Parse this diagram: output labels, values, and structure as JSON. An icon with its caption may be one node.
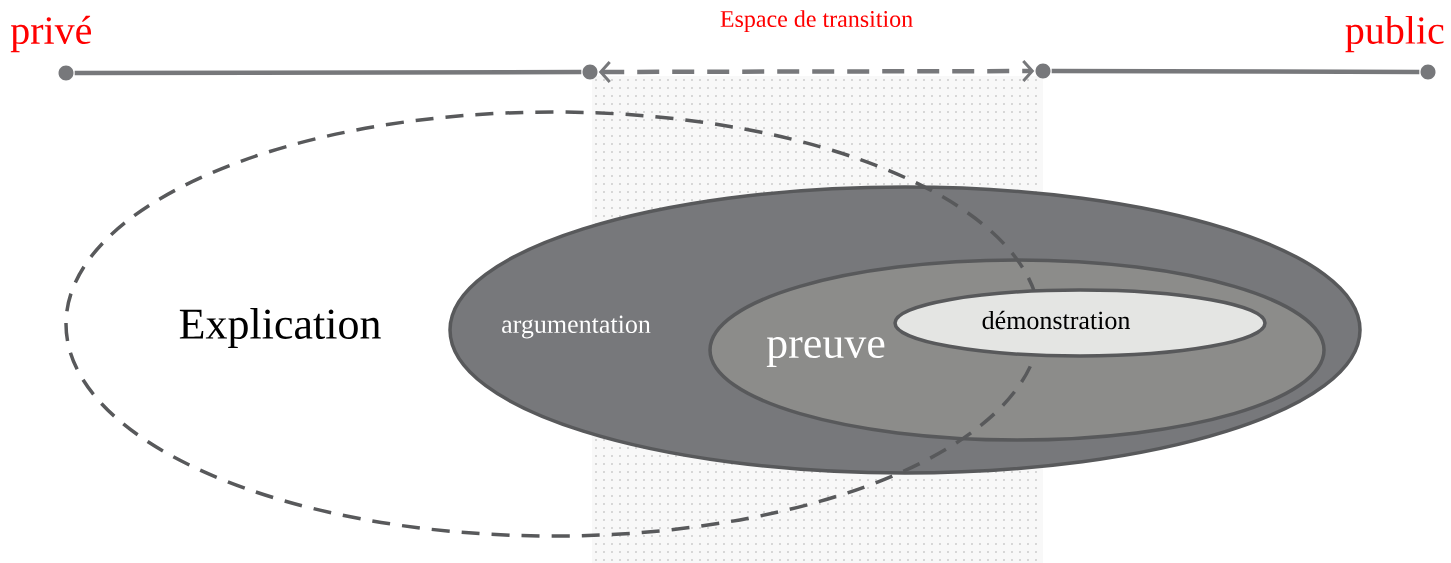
{
  "diagram": {
    "nodes": [
      {
        "text": [
          "Explication"
        ]
      },
      {
        "text": [
          "argumentation"
        ]
      },
      {
        "text": [
          "preuve"
        ],
        "in": 1
      },
      {
        "text": [
          "démonstration"
        ],
        "in": 2
      },
      {
        "text": [],
        "shape": "circle"
      },
      {
        "text": [],
        "shape": "circle"
      },
      {
        "text": [],
        "shape": "circle"
      },
      {
        "text": [],
        "shape": "circle"
      }
    ],
    "edges": [
      {
        "from": 4,
        "to": 5,
        "arrow": "none"
      },
      {
        "from": 5,
        "to": 6,
        "arrow": "both",
        "style": "dashed",
        "label": "Espace de transition"
      },
      {
        "from": 6,
        "to": 7,
        "arrow": "none"
      }
    ],
    "labels": [
      "privé",
      "public"
    ]
  }
}
